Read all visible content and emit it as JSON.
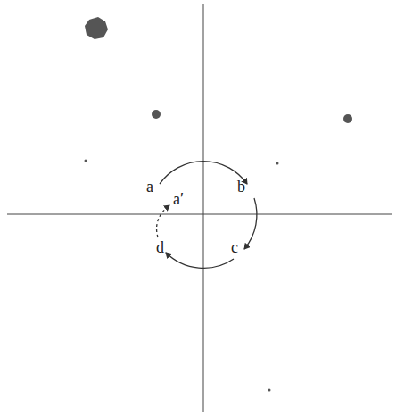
{
  "diagram": {
    "labels": [
      "a",
      "a′",
      "b",
      "c",
      "d"
    ]
  }
}
